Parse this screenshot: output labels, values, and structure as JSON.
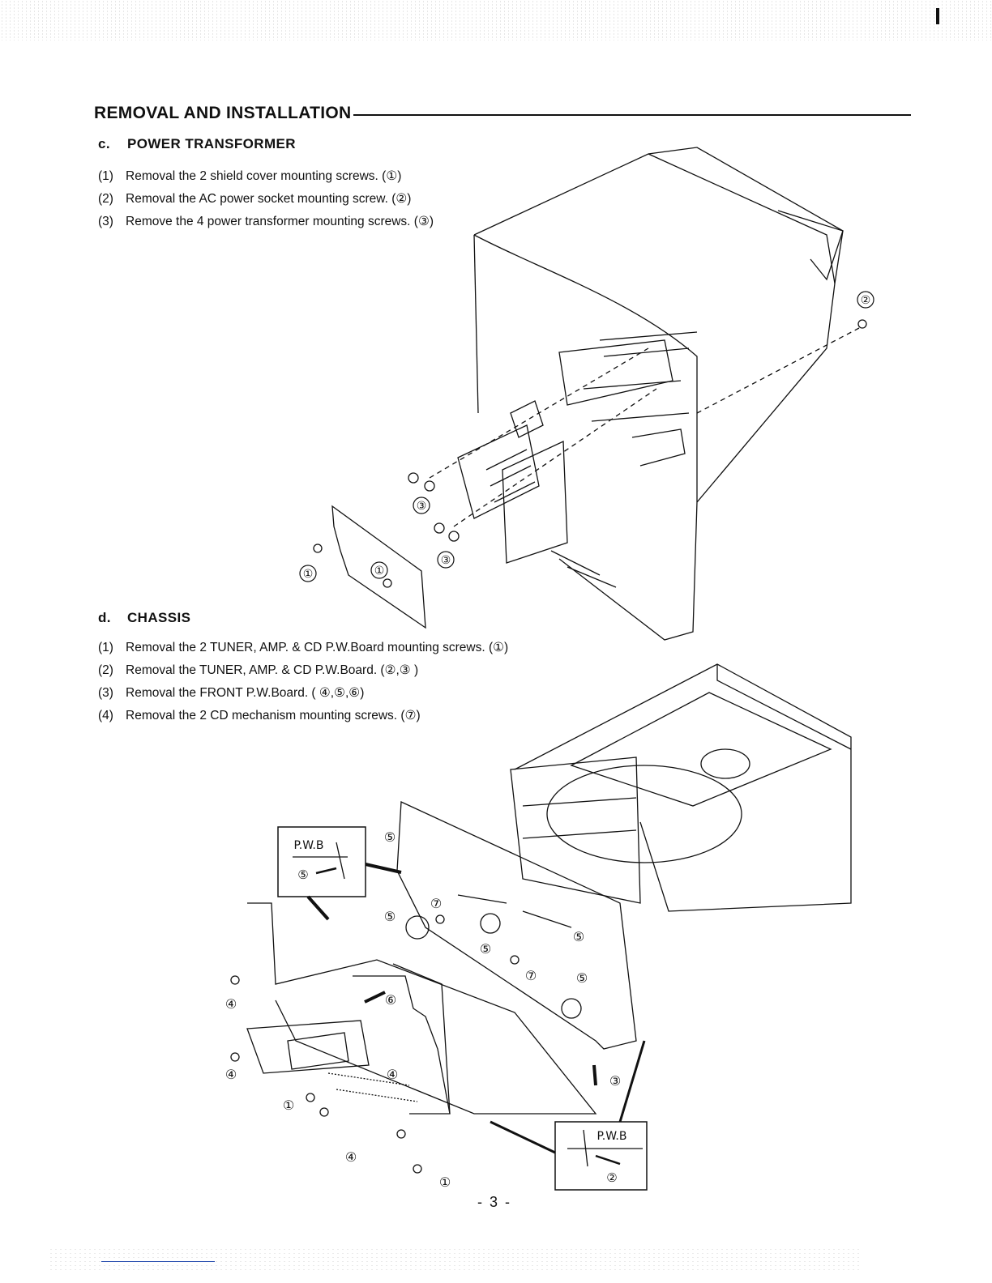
{
  "section_title": "REMOVAL AND INSTALLATION",
  "section_c": {
    "letter": "c.",
    "title": "POWER TRANSFORMER",
    "steps": [
      {
        "num": "(1)",
        "text": "Removal the 2 shield cover mounting screws. (①)"
      },
      {
        "num": "(2)",
        "text": "Removal the AC power socket mounting screw. (②)"
      },
      {
        "num": "(3)",
        "text": "Remove the 4 power transformer mounting screws. (③)"
      }
    ],
    "callouts": {
      "c1": "①",
      "c2": "②",
      "c3": "③"
    }
  },
  "section_d": {
    "letter": "d.",
    "title": "CHASSIS",
    "steps": [
      {
        "num": "(1)",
        "text": "Removal the 2 TUNER, AMP. & CD P.W.Board  mounting screws. (①)"
      },
      {
        "num": "(2)",
        "text": "Removal the TUNER, AMP. & CD P.W.Board. (②,③ )"
      },
      {
        "num": "(3)",
        "text": "Removal  the FRONT P.W.Board. ( ④,⑤,⑥)"
      },
      {
        "num": "(4)",
        "text": "Removal the 2 CD mechanism mounting screws. (⑦)"
      }
    ],
    "pwb_label": "P.W.B",
    "callouts": {
      "c1": "①",
      "c2": "②",
      "c3": "③",
      "c4": "④",
      "c5": "⑤",
      "c6": "⑥",
      "c7": "⑦"
    }
  },
  "page_number": "- 3 -"
}
